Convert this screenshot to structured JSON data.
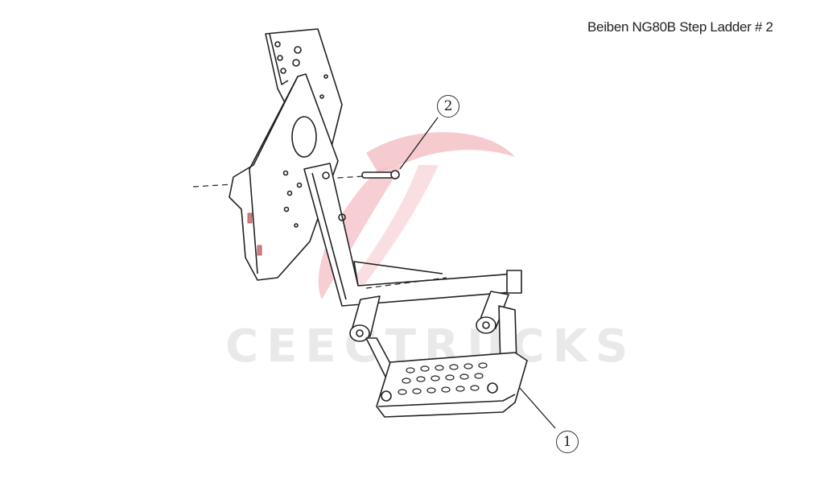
{
  "title": "Beiben NG80B Step Ladder # 2",
  "watermark": {
    "text": "CEECTRUCKS",
    "logo_color": "#f2b8c0",
    "text_color": "#e9e9e9"
  },
  "callouts": [
    {
      "id": "2",
      "label": "2",
      "part": "bolt-pin"
    },
    {
      "id": "1",
      "label": "1",
      "part": "step-ladder-assembly"
    }
  ],
  "colors": {
    "line": "#222222",
    "accent_marks": "#c87070"
  }
}
